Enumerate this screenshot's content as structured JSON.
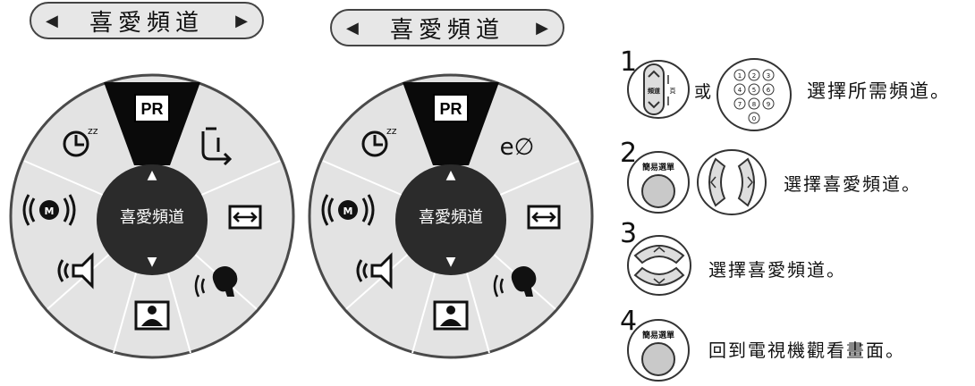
{
  "menu_title": "喜愛頻道",
  "nav": {
    "prev_arrow": "◀",
    "next_arrow": "▶"
  },
  "dial": {
    "center_label": "喜愛頻道",
    "top_label": "PR",
    "up_arrow": "▲",
    "down_arrow": "▼"
  },
  "dial_right": {
    "eco_label": "e∅"
  },
  "remote": {
    "ch_key_label": "頻道",
    "page_label": "頁",
    "q_menu_label": "簡易選單",
    "keypad": [
      "1",
      "2",
      "3",
      "4",
      "5",
      "6",
      "7",
      "8",
      "9",
      "0"
    ]
  },
  "steps": [
    {
      "num": "1",
      "connector": "或",
      "text": "選擇所需頻道。"
    },
    {
      "num": "2",
      "text": "選擇喜愛頻道。"
    },
    {
      "num": "3",
      "text": "選擇喜愛頻道。"
    },
    {
      "num": "4",
      "text": "回到電視機觀看畫面。"
    }
  ]
}
